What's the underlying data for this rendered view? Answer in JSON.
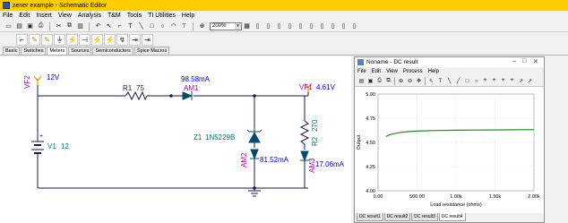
{
  "window": {
    "title": "zener example - Schematic Editor"
  },
  "menu": [
    "File",
    "Edit",
    "Insert",
    "View",
    "Analysis",
    "T&M",
    "Tools",
    "TI Utilities",
    "Help"
  ],
  "toolbar": {
    "zoom": "200%"
  },
  "part_tabs": [
    "Basic",
    "Switches",
    "Meters",
    "Sources",
    "Semiconductors",
    "Spice Macros"
  ],
  "part_tabs_active": "Meters",
  "schematic": {
    "vf2": {
      "name": "VF2",
      "value": "12V"
    },
    "r1": {
      "name": "R1",
      "value": "75"
    },
    "am1": {
      "name": "AM1",
      "value": "98.58mA"
    },
    "vf1": {
      "name": "VF1",
      "value": "4.61V"
    },
    "v1": {
      "name": "V1",
      "value": "12",
      "plus": "+"
    },
    "z1": {
      "name": "Z1",
      "value": "1N5229B"
    },
    "am2": {
      "name": "AM2",
      "value": "81.52mA"
    },
    "r2": {
      "name": "R2",
      "value": "270"
    },
    "am3": {
      "name": "AM3",
      "value": "17.06mA"
    }
  },
  "graph_window": {
    "title": "Noname - DC result",
    "menu": [
      "File",
      "Edit",
      "View",
      "Process",
      "Help"
    ],
    "tabs": [
      "DC result1",
      "DC result2",
      "DC result3",
      "DC result4"
    ],
    "active_tab": "DC result4"
  },
  "chart_data": {
    "type": "line",
    "xlabel": "Load resistance (ohms)",
    "ylabel": "Output",
    "xlim": [
      0,
      2000
    ],
    "ylim": [
      4.0,
      5.0
    ],
    "xticks": [
      "0.00",
      "500.00",
      "1.00k",
      "1.50k",
      "2.00k"
    ],
    "yticks": [
      "4.00",
      "4.25",
      "4.50",
      "4.75",
      "5.00"
    ],
    "grid": true,
    "series": [
      {
        "color": "#1e8c1e",
        "x": [
          100,
          150,
          200,
          300,
          400,
          500,
          700,
          1000,
          1300,
          1600,
          2000
        ],
        "y": [
          4.56,
          4.58,
          4.59,
          4.605,
          4.612,
          4.617,
          4.622,
          4.626,
          4.628,
          4.63,
          4.632
        ]
      }
    ]
  }
}
